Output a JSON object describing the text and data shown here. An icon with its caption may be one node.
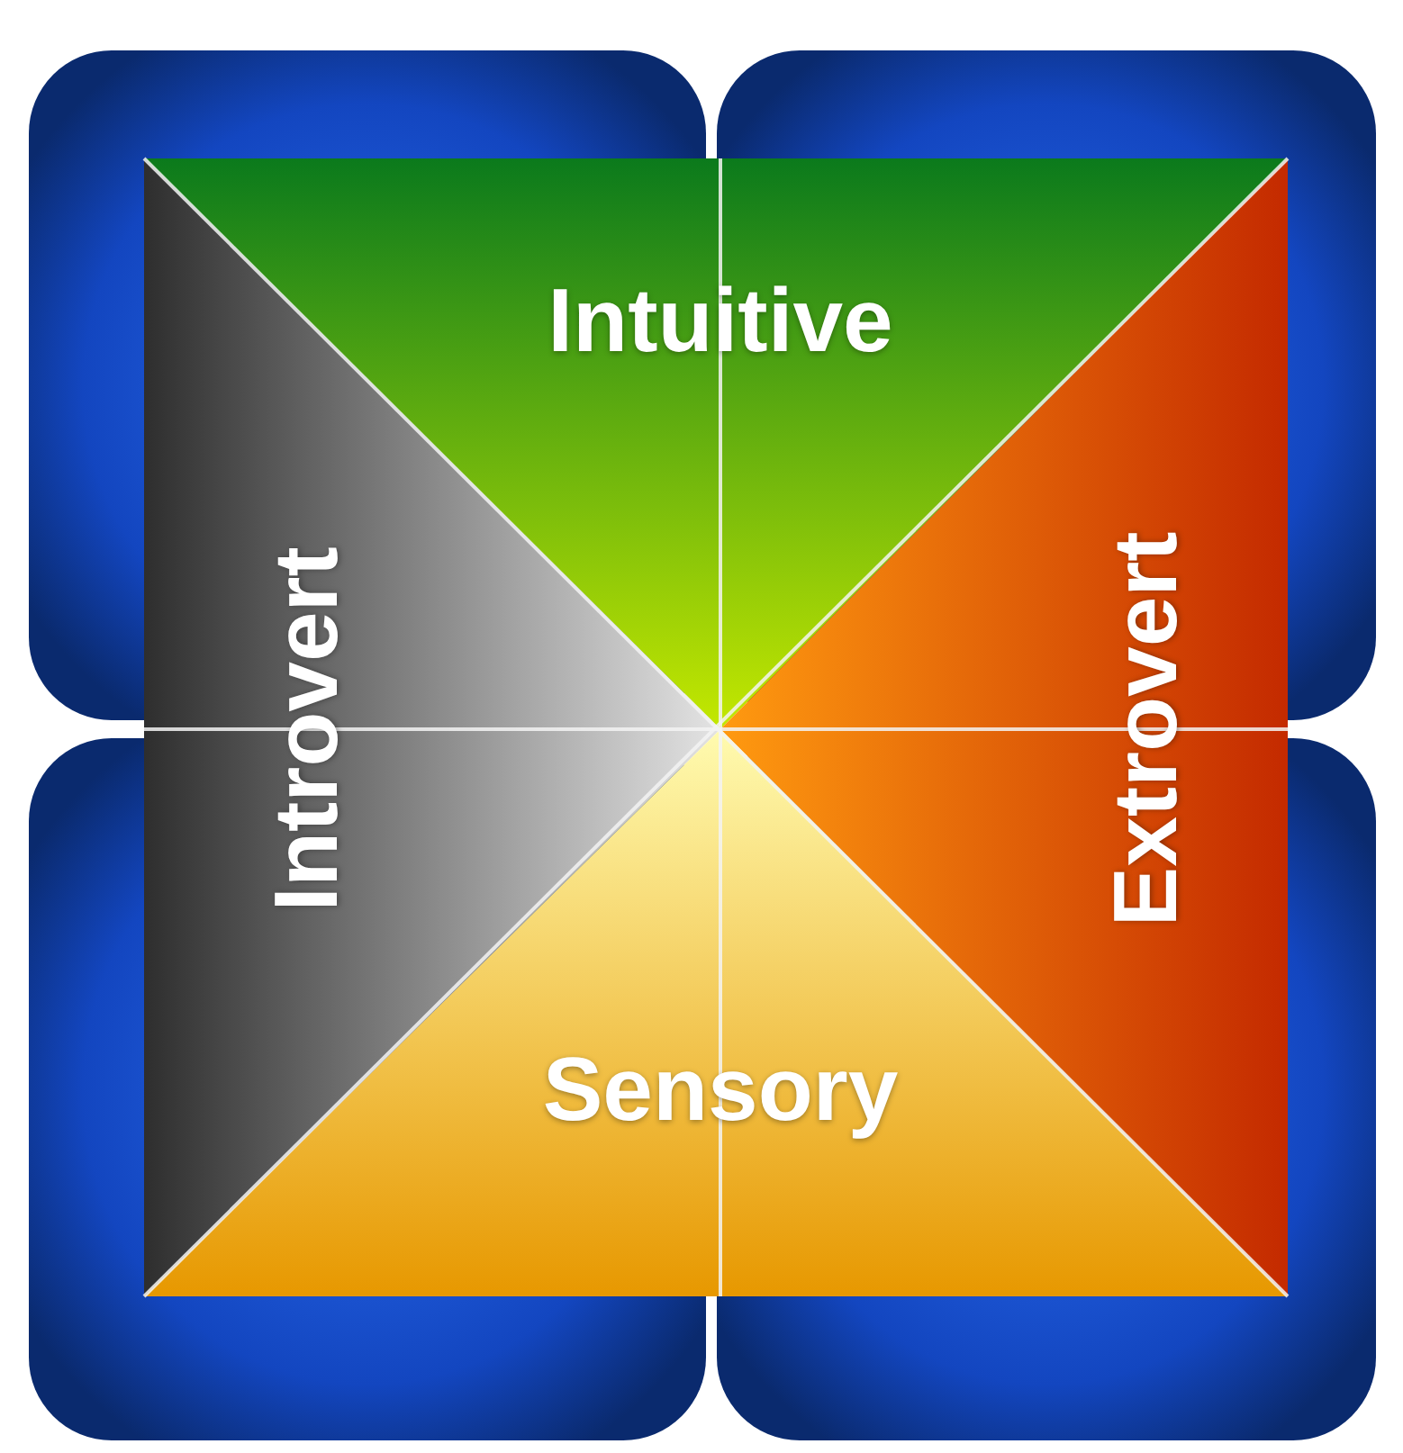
{
  "diagram": {
    "nodes": [
      {
        "text": [
          "Intuitive"
        ]
      },
      {
        "text": [
          "Introvert"
        ]
      },
      {
        "text": [
          "Extrovert"
        ]
      },
      {
        "text": [
          "Sensory"
        ]
      }
    ]
  }
}
